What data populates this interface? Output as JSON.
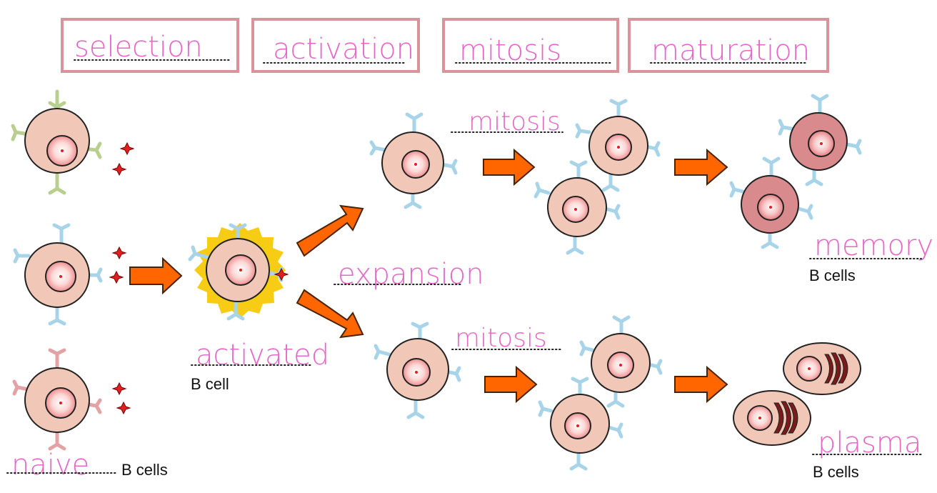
{
  "stages": [
    {
      "handwritten": "selection"
    },
    {
      "handwritten": "activation"
    },
    {
      "handwritten": "mitosis"
    },
    {
      "handwritten": "maturation"
    }
  ],
  "annotations": {
    "naive_fill": "naive",
    "naive_suffix": "B cells",
    "activated_fill": "activated",
    "activated_suffix": "B cell",
    "expansion_fill": "expansion",
    "mitosis_top": "mitosis",
    "mitosis_bottom": "mitosis",
    "memory_fill": "memory",
    "memory_suffix": "B cells",
    "plasma_fill": "plasma",
    "plasma_suffix": "B cells"
  },
  "colors": {
    "stage_border": "#d9939b",
    "handwriting": "#e667c8",
    "arrow": "#ff6600",
    "cell_fill": "#f1c8b7",
    "memory_cell_fill": "#d98a8c",
    "burst": "#f7cc14",
    "antigen": "#e02020",
    "receptor_green": "#b9cf8f",
    "receptor_blue": "#a8d4ea",
    "receptor_pink": "#e3a3a5"
  }
}
